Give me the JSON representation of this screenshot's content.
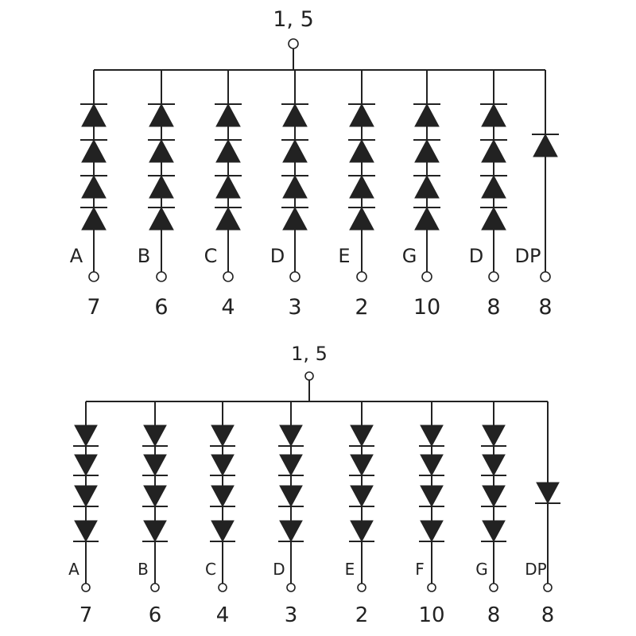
{
  "schematics": [
    {
      "id": "top",
      "common_pin": "1, 5",
      "columns": [
        {
          "segment": "A",
          "pin": "7",
          "diodes": 4
        },
        {
          "segment": "B",
          "pin": "6",
          "diodes": 4
        },
        {
          "segment": "C",
          "pin": "4",
          "diodes": 4
        },
        {
          "segment": "D",
          "pin": "3",
          "diodes": 4
        },
        {
          "segment": "E",
          "pin": "2",
          "diodes": 4
        },
        {
          "segment": "G",
          "pin": "10",
          "diodes": 4
        },
        {
          "segment": "D",
          "pin": "8",
          "diodes": 4
        },
        {
          "segment": "DP",
          "pin": "8",
          "diodes": 1
        }
      ],
      "diode_direction": "up"
    },
    {
      "id": "bottom",
      "common_pin": "1, 5",
      "columns": [
        {
          "segment": "A",
          "pin": "7",
          "diodes": 4
        },
        {
          "segment": "B",
          "pin": "6",
          "diodes": 4
        },
        {
          "segment": "C",
          "pin": "4",
          "diodes": 4
        },
        {
          "segment": "D",
          "pin": "3",
          "diodes": 4
        },
        {
          "segment": "E",
          "pin": "2",
          "diodes": 4
        },
        {
          "segment": "F",
          "pin": "10",
          "diodes": 4
        },
        {
          "segment": "G",
          "pin": "8",
          "diodes": 4
        },
        {
          "segment": "DP",
          "pin": "8",
          "diodes": 1
        }
      ],
      "diode_direction": "down"
    }
  ],
  "colors": {
    "ink": "#222222",
    "background": "#ffffff"
  }
}
